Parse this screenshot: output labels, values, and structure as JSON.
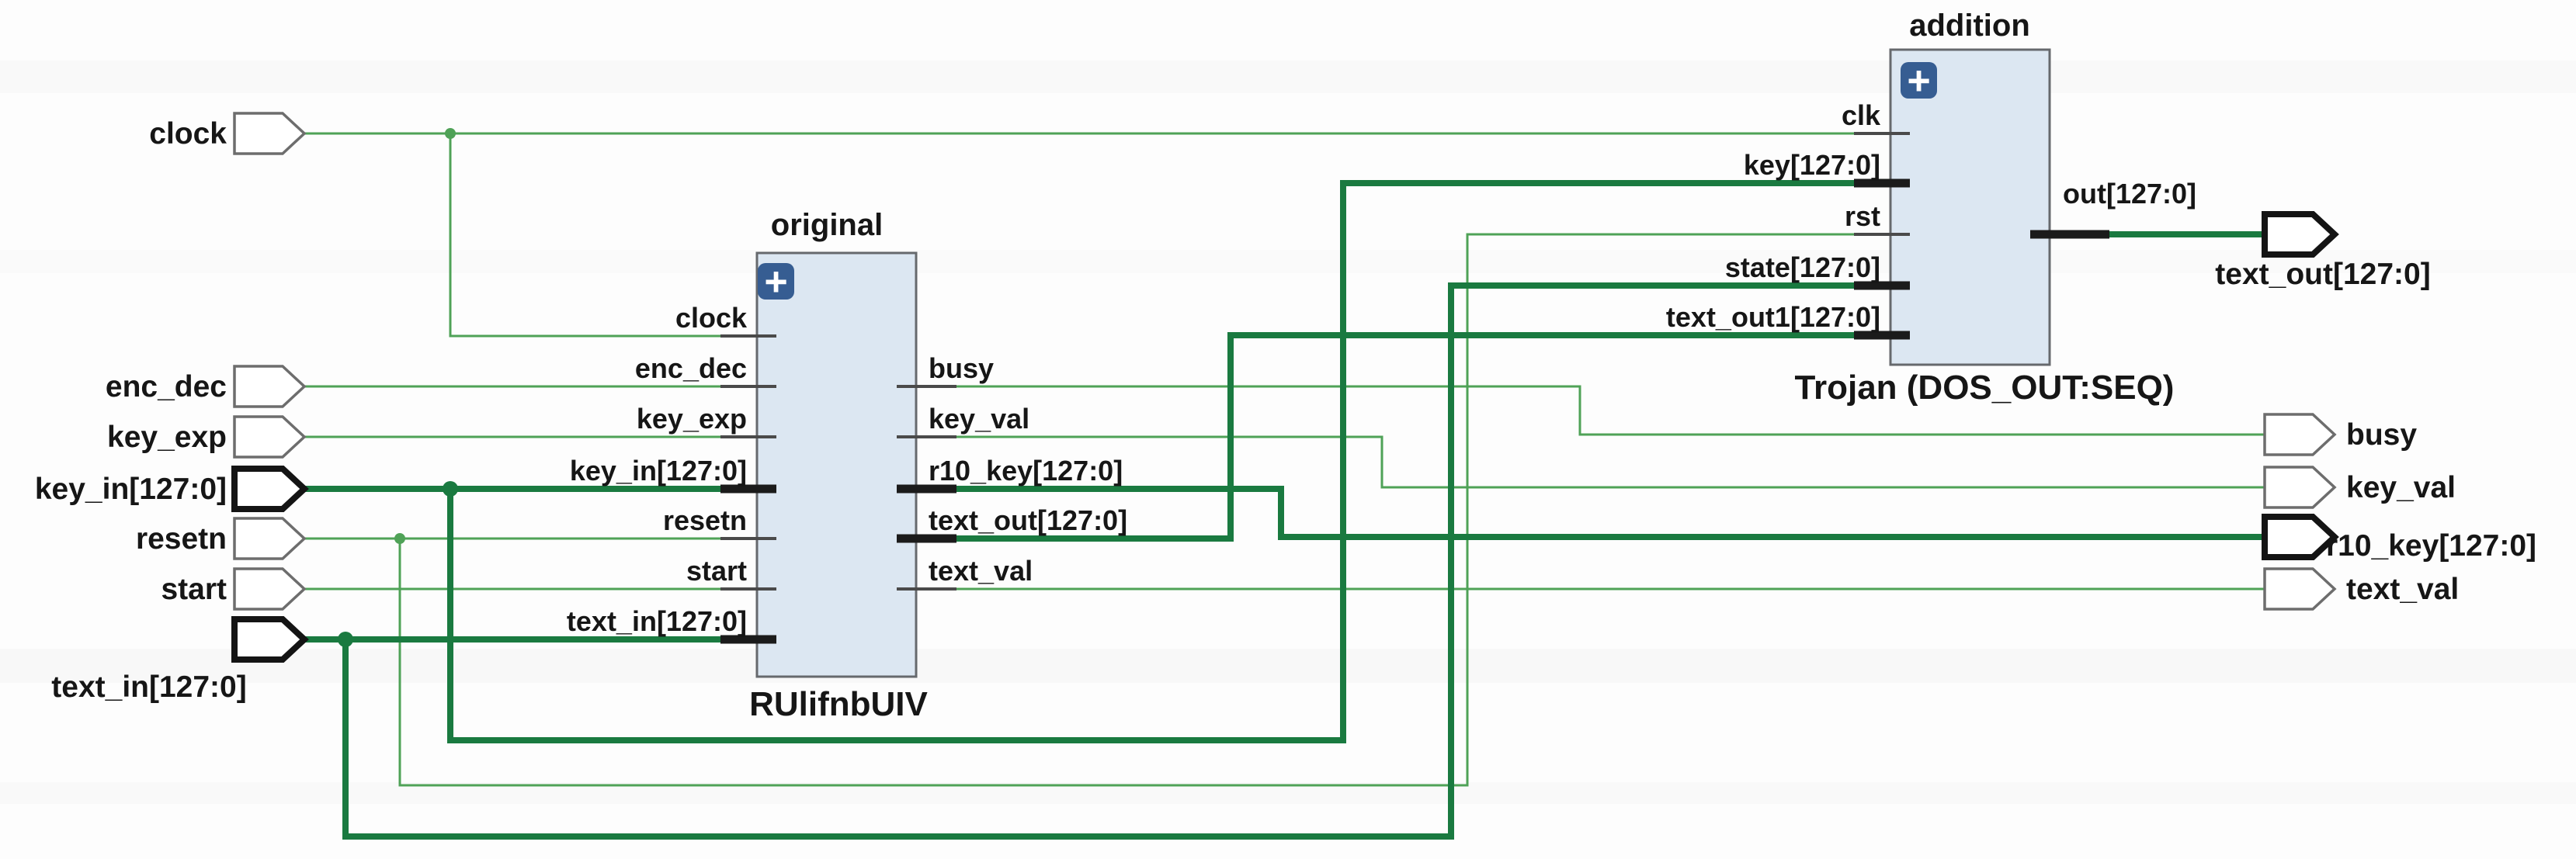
{
  "diagram": {
    "kind": "elaborated-design-schematic",
    "inputs": [
      {
        "id": "clock",
        "label": "clock",
        "bus": false
      },
      {
        "id": "enc_dec",
        "label": "enc_dec",
        "bus": false
      },
      {
        "id": "key_exp",
        "label": "key_exp",
        "bus": false
      },
      {
        "id": "key_in",
        "label": "key_in[127:0]",
        "bus": true
      },
      {
        "id": "resetn",
        "label": "resetn",
        "bus": false
      },
      {
        "id": "start",
        "label": "start",
        "bus": false
      },
      {
        "id": "text_in",
        "label": "text_in[127:0]",
        "bus": true
      }
    ],
    "outputs": [
      {
        "id": "text_out",
        "label": "text_out[127:0]",
        "bus": true
      },
      {
        "id": "busy",
        "label": "busy",
        "bus": false
      },
      {
        "id": "key_val",
        "label": "key_val",
        "bus": false
      },
      {
        "id": "r10_key",
        "label": "r10_key[127:0]",
        "bus": true
      },
      {
        "id": "text_val",
        "label": "text_val",
        "bus": false
      }
    ],
    "blocks": [
      {
        "id": "original",
        "instance": "original",
        "module": "RUlifnbUIV",
        "expand_icon": "plus-icon",
        "left_ports": [
          {
            "id": "clock",
            "label": "clock",
            "bus": false
          },
          {
            "id": "enc_dec",
            "label": "enc_dec",
            "bus": false
          },
          {
            "id": "key_exp",
            "label": "key_exp",
            "bus": false
          },
          {
            "id": "key_in",
            "label": "key_in[127:0]",
            "bus": true
          },
          {
            "id": "resetn",
            "label": "resetn",
            "bus": false
          },
          {
            "id": "start",
            "label": "start",
            "bus": false
          },
          {
            "id": "text_in",
            "label": "text_in[127:0]",
            "bus": true
          }
        ],
        "right_ports": [
          {
            "id": "busy",
            "label": "busy",
            "bus": false
          },
          {
            "id": "key_val",
            "label": "key_val",
            "bus": false
          },
          {
            "id": "r10_key",
            "label": "r10_key[127:0]",
            "bus": true
          },
          {
            "id": "text_out",
            "label": "text_out[127:0]",
            "bus": true
          },
          {
            "id": "text_val",
            "label": "text_val",
            "bus": false
          }
        ]
      },
      {
        "id": "addition",
        "instance": "addition",
        "module": "Trojan (DOS_OUT:SEQ)",
        "expand_icon": "plus-icon",
        "left_ports": [
          {
            "id": "clk",
            "label": "clk",
            "bus": false
          },
          {
            "id": "key",
            "label": "key[127:0]",
            "bus": true
          },
          {
            "id": "rst",
            "label": "rst",
            "bus": false
          },
          {
            "id": "state",
            "label": "state[127:0]",
            "bus": true
          },
          {
            "id": "text_out1",
            "label": "text_out1[127:0]",
            "bus": true
          }
        ],
        "right_ports": [
          {
            "id": "out",
            "label": "out[127:0]",
            "bus": true
          }
        ]
      }
    ],
    "colors": {
      "net_single_bit": "#4fa257",
      "net_bus": "#1a7a40",
      "block_fill": "#dce7f2",
      "block_border": "#66696d",
      "pin_stub": "#1b1b1b",
      "expand_icon_bg": "#365d92",
      "label_text": "#161616"
    }
  }
}
